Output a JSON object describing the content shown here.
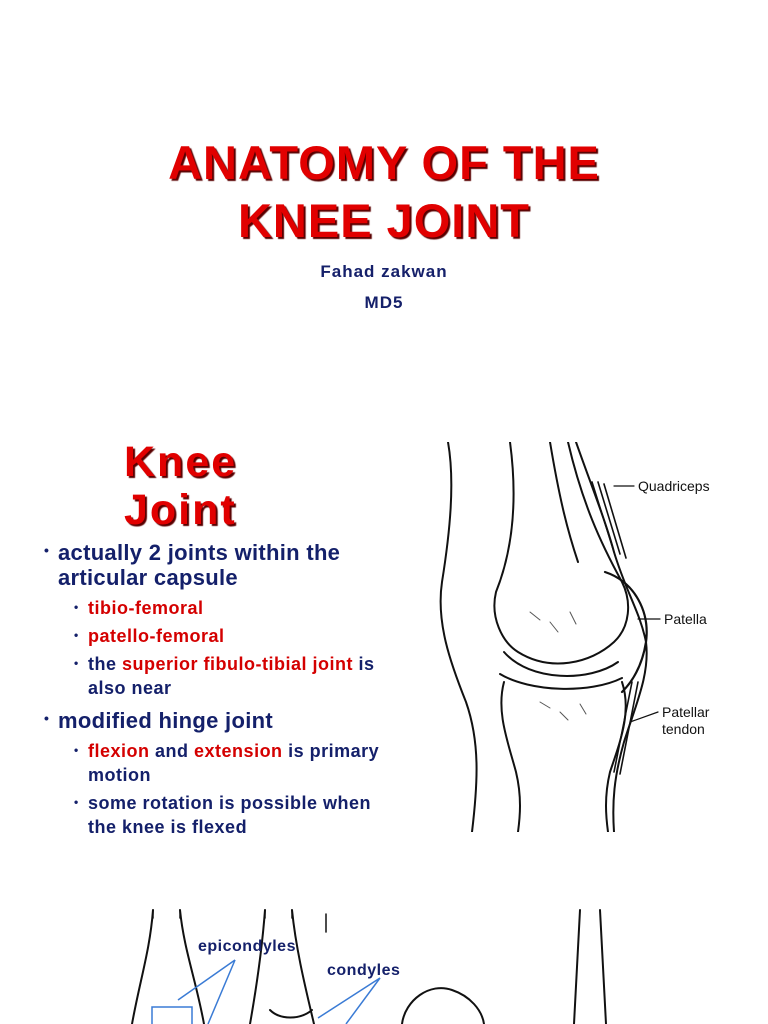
{
  "slide1": {
    "title_line1": "ANATOMY OF THE",
    "title_line2": "KNEE JOINT",
    "author": "Fahad zakwan",
    "course": "MD5"
  },
  "slide2": {
    "title_line1": "Knee",
    "title_line2": "Joint",
    "bullet1": "actually 2 joints within the articular capsule",
    "sub1a": "tibio-femoral",
    "sub1b": "patello-femoral",
    "sub1c_pre": "the ",
    "sub1c_red": "superior fibulo-tibial joint",
    "sub1c_post": " is also near",
    "bullet2": "modified hinge joint",
    "sub2a_red1": "flexion",
    "sub2a_mid": " and ",
    "sub2a_red2": "extension",
    "sub2a_post": " is primary motion",
    "sub2b": "some rotation is possible when the knee is flexed",
    "diagram": {
      "label_quadriceps": "Quadriceps",
      "label_patella": "Patella",
      "label_patellar_1": "Patellar",
      "label_patellar_2": "tendon"
    }
  },
  "slide3": {
    "label_epicondyles": "epicondyles",
    "label_condyles": "condyles"
  },
  "colors": {
    "title_red": "#e10000",
    "text_navy": "#14206a",
    "highlight_red": "#d40000",
    "pointer_blue": "#3a7bd5"
  }
}
